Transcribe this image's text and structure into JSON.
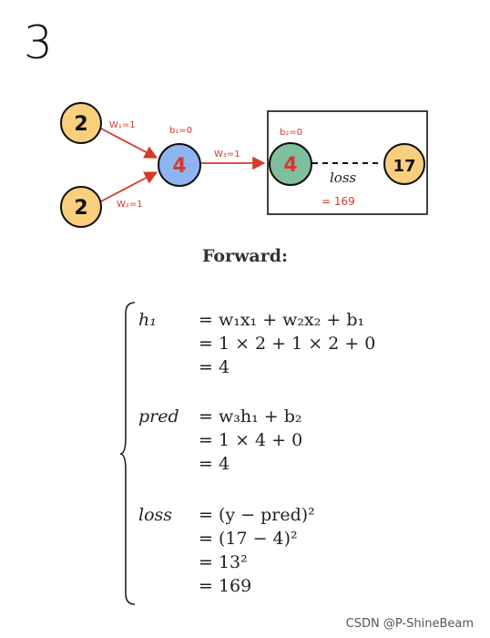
{
  "page_number": "3",
  "diagram": {
    "input_nodes": [
      "2",
      "2"
    ],
    "hidden_node": "4",
    "output_node": "4",
    "target_node": "17",
    "edges": {
      "w1": "W₁=1",
      "w2": "W₂=1",
      "w3": "W₃=1"
    },
    "biases": {
      "b1": "b₁=0",
      "b2": "b₂=0"
    },
    "loss_label": "loss",
    "loss_value": "= 169",
    "colors": {
      "input": "#f9cf7d",
      "hidden": "#8fb5f0",
      "output": "#7fbf9e",
      "target": "#f9cf7d",
      "edge": "#d63a2a"
    }
  },
  "heading": "Forward:",
  "equations": [
    {
      "var": "h₁",
      "lines": [
        "= w₁x₁ + w₂x₂ + b₁",
        "= 1 × 2 + 1 × 2 + 0",
        "= 4"
      ]
    },
    {
      "var": "pred",
      "lines": [
        "= w₃h₁ + b₂",
        "= 1 × 4 + 0",
        "= 4"
      ]
    },
    {
      "var": "loss",
      "lines": [
        "= (y − pred)²",
        "= (17 − 4)²",
        "= 13²",
        "= 169"
      ]
    }
  ],
  "watermark": "CSDN @P-ShineBeam"
}
